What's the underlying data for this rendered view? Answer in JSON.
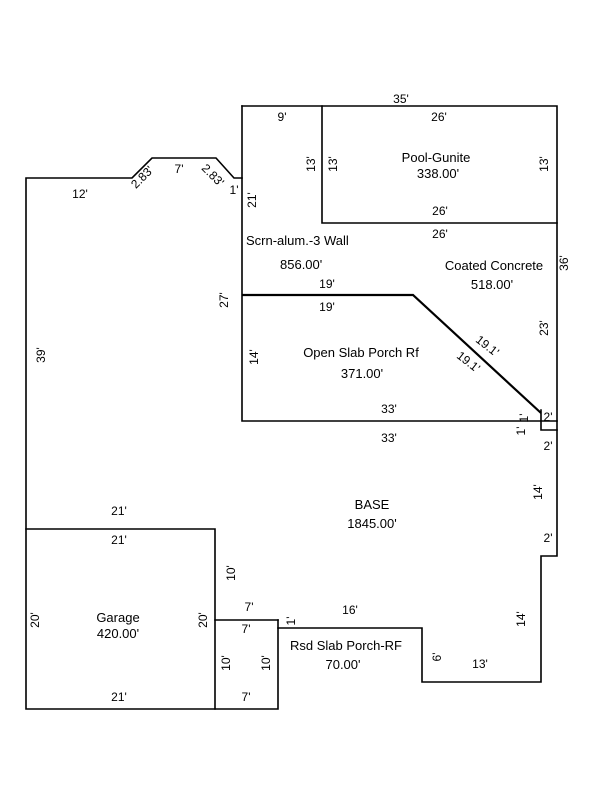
{
  "areas": {
    "pool": {
      "name": "Pool-Gunite",
      "value": "338.00'"
    },
    "screen": {
      "name": "Scrn-alum.-3 Wall",
      "value": "856.00'"
    },
    "coated": {
      "name": "Coated Concrete",
      "value": "518.00'"
    },
    "porch": {
      "name": "Open Slab Porch Rf",
      "value": "371.00'"
    },
    "base": {
      "name": "BASE",
      "value": "1845.00'"
    },
    "garage": {
      "name": "Garage",
      "value": "420.00'"
    },
    "rsd": {
      "name": "Rsd Slab Porch-RF",
      "value": "70.00'"
    }
  },
  "dims": {
    "d35": "35'",
    "d9": "9'",
    "d26a": "26'",
    "d13a": "13'",
    "d13b": "13'",
    "d13c": "13'",
    "d26b": "26'",
    "d26c": "26'",
    "d36": "36'",
    "d7top": "7'",
    "d283a": "2.83'",
    "d283b": "2.83'",
    "d12": "12'",
    "d1top": "1'",
    "d21v": "21'",
    "d27": "27'",
    "d19a": "19'",
    "d19b": "19'",
    "d191a": "19.1'",
    "d191b": "19.1'",
    "d23": "23'",
    "d14left": "14'",
    "d33a": "33'",
    "d33b": "33'",
    "d1a": "1'",
    "d1b": "1'",
    "d2a": "2'",
    "d2b": "2'",
    "d39": "39'",
    "d14right": "14'",
    "d2c": "2'",
    "d21a": "21'",
    "d21b": "21'",
    "d10a": "10'",
    "d7a": "7'",
    "d16": "16'",
    "d1c": "1'",
    "d20a": "20'",
    "d20b": "20'",
    "d7b": "7'",
    "d10b": "10'",
    "d10c": "10'",
    "d14b": "14'",
    "d6": "6'",
    "d13d": "13'",
    "d21c": "21'",
    "d7c": "7'"
  }
}
